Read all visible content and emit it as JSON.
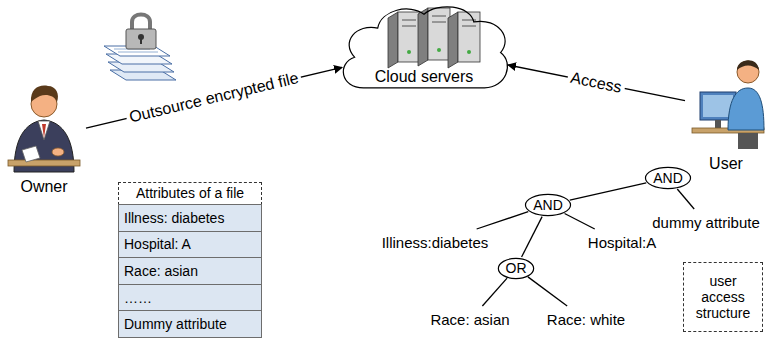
{
  "diagram": {
    "nodes": [
      {
        "text": [
          "Owner"
        ]
      },
      {
        "text": [
          "Attributes of a file"
        ]
      },
      {
        "text": [
          "Illness: diabetes",
          "Hospital: A",
          "Race: asian",
          "……",
          "Dummy attribute"
        ]
      },
      {
        "text": [
          "Cloud servers"
        ]
      },
      {
        "text": [
          "User"
        ]
      },
      {
        "text": [
          "AND"
        ]
      },
      {
        "text": [
          "AND"
        ]
      },
      {
        "text": [
          "dummy attribute"
        ]
      },
      {
        "text": [
          "Illiness:diabetes"
        ]
      },
      {
        "text": [
          "OR"
        ]
      },
      {
        "text": [
          "Hospital:A"
        ]
      },
      {
        "text": [
          "Race: asian"
        ]
      },
      {
        "text": [
          "Race: white"
        ]
      },
      {
        "text": [
          "user access structure"
        ]
      }
    ],
    "edges": [
      {
        "from": 0,
        "to": 3,
        "arrow": "to",
        "label": "Outsource encrypted file"
      },
      {
        "from": 4,
        "to": 3,
        "arrow": "to",
        "label": "Access"
      },
      {
        "from": 5,
        "to": 6,
        "arrow": "none"
      },
      {
        "from": 5,
        "to": 7,
        "arrow": "none"
      },
      {
        "from": 6,
        "to": 8,
        "arrow": "none"
      },
      {
        "from": 6,
        "to": 9,
        "arrow": "none"
      },
      {
        "from": 6,
        "to": 10,
        "arrow": "none"
      },
      {
        "from": 9,
        "to": 11,
        "arrow": "none"
      },
      {
        "from": 9,
        "to": 12,
        "arrow": "none"
      }
    ]
  }
}
